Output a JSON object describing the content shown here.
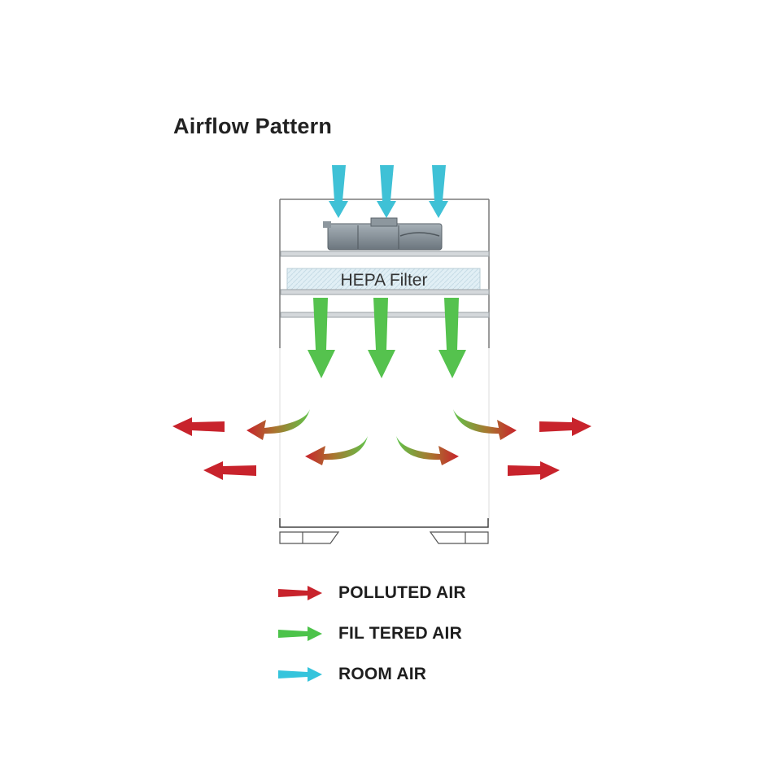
{
  "title": "Airflow Pattern",
  "diagram": {
    "filter_label": "HEPA Filter"
  },
  "legend": [
    {
      "label": "POLLUTED AIR",
      "color": "#c8232c",
      "icon": "red-arrow-icon"
    },
    {
      "label": "FIL TERED AIR",
      "color": "#4cc34a",
      "icon": "green-arrow-icon"
    },
    {
      "label": "ROOM AIR",
      "color": "#35c4dc",
      "icon": "cyan-arrow-icon"
    }
  ],
  "colors": {
    "room_air": "#3fc1d6",
    "filtered_air": "#55c24e",
    "polluted_air": "#c8232c",
    "filter_fill": "#dfeef4",
    "fan": "#7f8a92"
  }
}
